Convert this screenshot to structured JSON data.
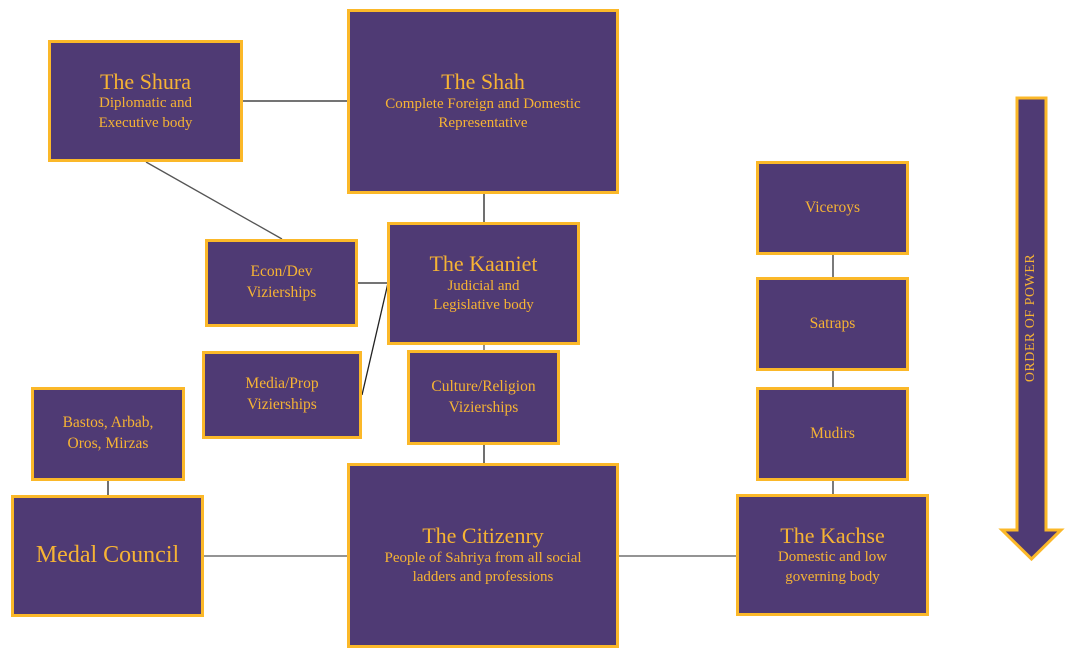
{
  "diagram": {
    "colors": {
      "box_fill": "#4f3a74",
      "box_border": "#fbb829",
      "text": "#f6b334",
      "connector": "#333333"
    },
    "nodes": {
      "shura": {
        "title": "The Shura",
        "subtitle_lines": [
          "Diplomatic and",
          "Executive body"
        ]
      },
      "shah": {
        "title": "The Shah",
        "subtitle_lines": [
          "Complete Foreign and Domestic",
          "Representative"
        ]
      },
      "econ": {
        "lines": [
          "Econ/Dev",
          "Vizierships"
        ]
      },
      "kaaniet": {
        "title": "The Kaaniet",
        "subtitle_lines": [
          "Judicial and",
          "Legislative body"
        ]
      },
      "media": {
        "lines": [
          "Media/Prop",
          "Vizierships"
        ]
      },
      "culture": {
        "lines": [
          "Culture/Religion",
          "Vizierships"
        ]
      },
      "bastos": {
        "lines": [
          "Bastos, Arbab,",
          "Oros, Mirzas"
        ]
      },
      "medal": {
        "title": "Medal Council"
      },
      "citizenry": {
        "title": "The Citizenry",
        "subtitle_lines": [
          "People of Sahriya from all social",
          "ladders and professions"
        ]
      },
      "viceroys": {
        "title": "Viceroys"
      },
      "satraps": {
        "title": "Satraps"
      },
      "mudirs": {
        "title": "Mudirs"
      },
      "kachse": {
        "title": "The Kachse",
        "subtitle_lines": [
          "Domestic and low",
          "governing body"
        ]
      }
    },
    "edges": [
      [
        "shura",
        "shah"
      ],
      [
        "shah",
        "kaaniet"
      ],
      [
        "shura",
        "econ"
      ],
      [
        "econ",
        "kaaniet"
      ],
      [
        "media",
        "kaaniet"
      ],
      [
        "kaaniet",
        "culture"
      ],
      [
        "culture",
        "citizenry"
      ],
      [
        "bastos",
        "medal"
      ],
      [
        "medal",
        "citizenry"
      ],
      [
        "citizenry",
        "kachse"
      ],
      [
        "viceroys",
        "satraps"
      ],
      [
        "satraps",
        "mudirs"
      ],
      [
        "mudirs",
        "kachse"
      ]
    ],
    "legend_arrow": {
      "label": "ORDER OF POWER",
      "direction": "down"
    }
  }
}
